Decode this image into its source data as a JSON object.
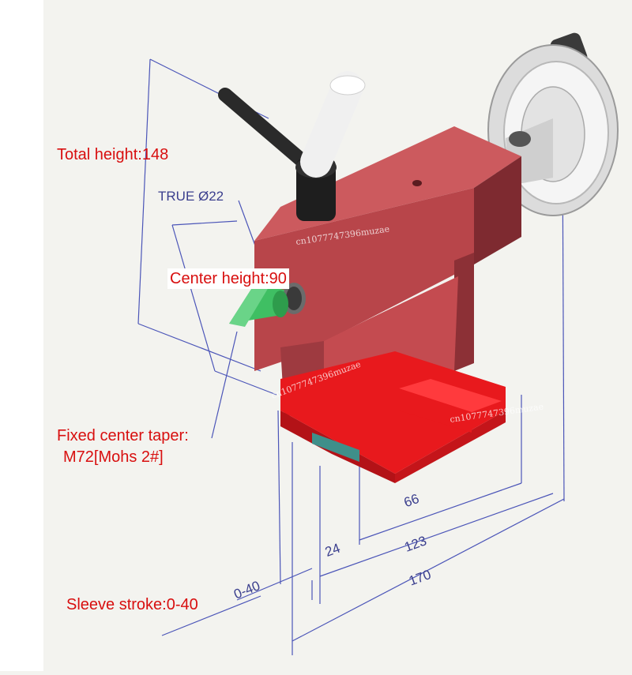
{
  "callouts": {
    "total_height": "Total height:148",
    "center_height": "Center height:90",
    "taper_line1": "Fixed center taper:",
    "taper_line2": "M72[Mohs 2#]",
    "sleeve_stroke": "Sleeve stroke:0-40"
  },
  "drawing_labels": {
    "true_diameter": "TRUE Ø22",
    "dim_66": "66",
    "dim_123": "123",
    "dim_170": "170",
    "dim_24": "24",
    "dim_0_40": "0-40"
  },
  "watermarks": [
    "cn1077747396muzae",
    "cn1077747396muzae",
    "cn1077747396muzae"
  ],
  "colors": {
    "background": "#f3f3ef",
    "left_panel": "#ffffff",
    "callout_text": "#d80f0f",
    "dimension_lines": "#4b55b8",
    "body_front": "#b8454a",
    "body_top": "#cc5a5e",
    "body_side": "#7e2a30",
    "base_red": "#e8191d",
    "center_tip": "#3fbf63",
    "handwheel": "#e9e9e9",
    "handle_black": "#2a2a2a"
  }
}
